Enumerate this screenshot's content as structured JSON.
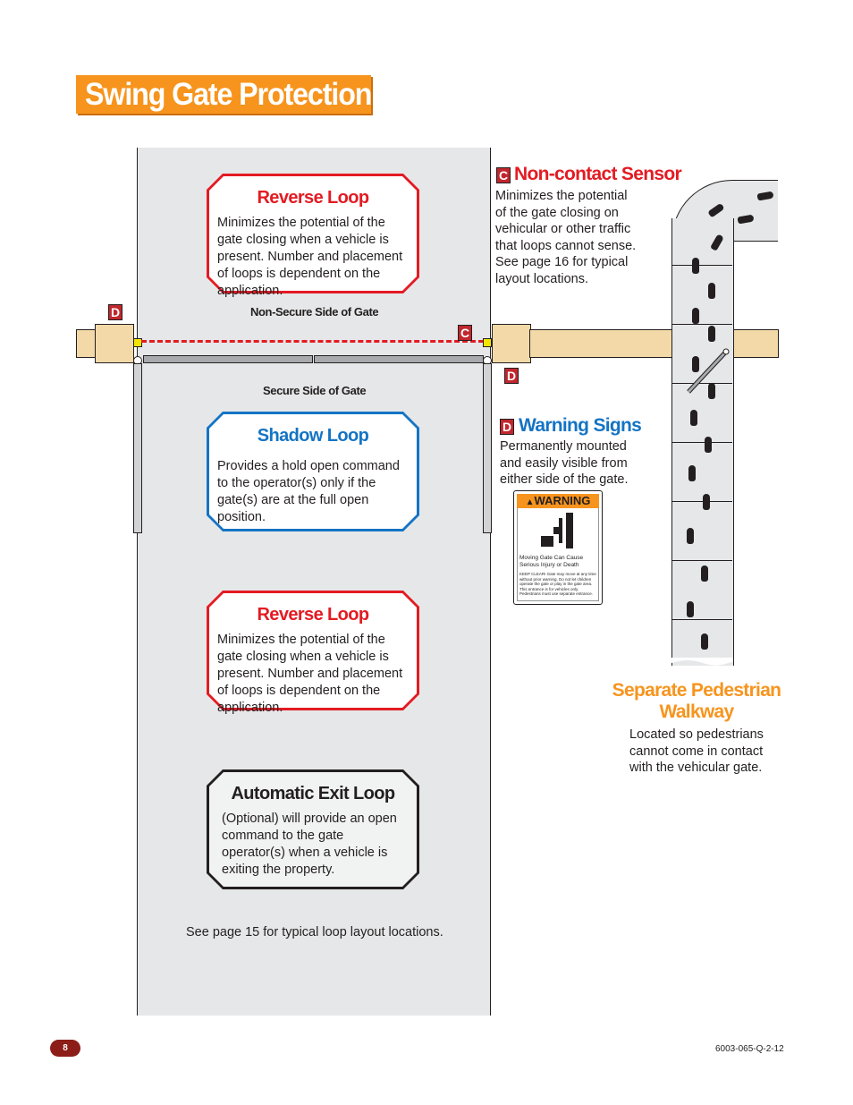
{
  "title": "Swing Gate Protection",
  "loops": {
    "reverse_top": {
      "title": "Reverse Loop",
      "body": "Minimizes the potential of the gate closing when a vehicle is present. Number and placement of loops is dependent on the application."
    },
    "shadow": {
      "title": "Shadow Loop",
      "body": "Provides a hold open command to the operator(s) only if the gate(s) are at the full open position."
    },
    "reverse_bottom": {
      "title": "Reverse Loop",
      "body": "Minimizes the potential of the gate closing when a vehicle is present. Number and placement of loops is dependent on the application."
    },
    "exit": {
      "title": "Automatic Exit Loop",
      "body": "(Optional) will provide an open command to the gate operator(s) when a vehicle is exiting the property."
    }
  },
  "labels": {
    "non_secure": "Non-Secure Side of Gate",
    "secure": "Secure Side of Gate",
    "loop_note": "See page 15 for typical loop layout locations.",
    "tag_c": "C",
    "tag_d": "D"
  },
  "non_contact": {
    "tag": "C",
    "title": "Non-contact Sensor",
    "body": "Minimizes the potential of the gate closing on vehicular or other traffic that loops cannot sense. See page 16 for typical layout locations."
  },
  "warning_signs": {
    "tag": "D",
    "title": "Warning Signs",
    "body": "Permanently mounted and easily visible from either side of the gate.",
    "sign": {
      "banner": "WARNING",
      "line1": "Moving Gate Can Cause Serious Injury or Death",
      "line2": "KEEP CLEAR! Gate may move at any time without prior warning. Do not let children operate the gate or play in the gate area. This entrance is for vehicles only. Pedestrians must use separate entrance."
    }
  },
  "walkway": {
    "title": "Separate Pedestrian Walkway",
    "body": "Located so pedestrians cannot come in contact with the vehicular gate."
  },
  "footer": {
    "page": "8",
    "code": "6003-065-Q-2-12"
  },
  "colors": {
    "orange": "#f7941d",
    "red": "#e31b23",
    "blue": "#1474c4",
    "tag_red": "#c1272d"
  }
}
